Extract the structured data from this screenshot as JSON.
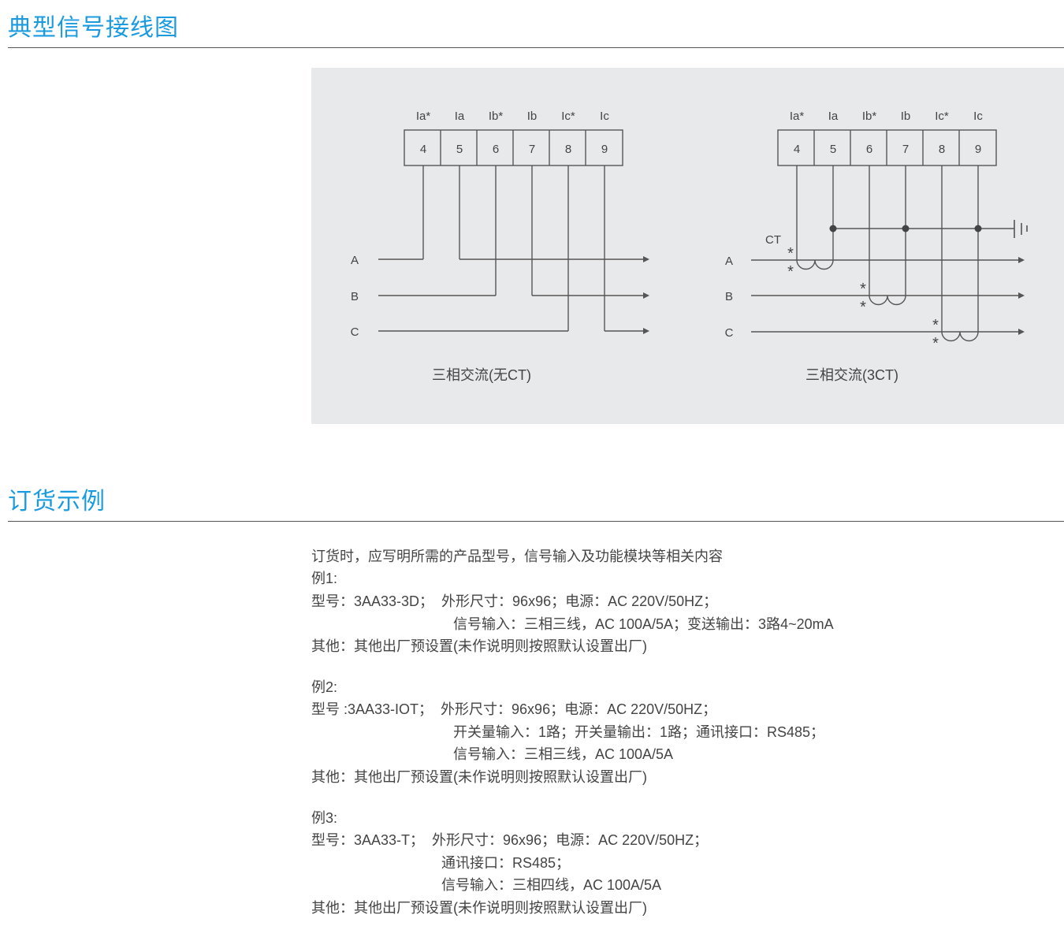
{
  "sections": {
    "wiring_title": "典型信号接线图",
    "order_title": "订货示例"
  },
  "diagram": {
    "terminal_labels": [
      "Ia*",
      "Ia",
      "Ib*",
      "Ib",
      "Ic*",
      "Ic"
    ],
    "terminal_numbers": [
      "4",
      "5",
      "6",
      "7",
      "8",
      "9"
    ],
    "phases": [
      "A",
      "B",
      "C"
    ],
    "ct_label": "CT",
    "left_caption": "三相交流(无CT)",
    "right_caption": "三相交流(3CT)"
  },
  "order": {
    "intro": "订货时，应写明所需的产品型号，信号输入及功能模块等相关内容",
    "examples": [
      {
        "title": "例1:",
        "lines": [
          "型号：3AA33-3D；  外形尺寸：96x96；电源：AC 220V/50HZ；",
          "信号输入：三相三线，AC 100A/5A；变送输出：3路4~20mA"
        ],
        "other": "其他：其他出厂预设置(未作说明则按照默认设置出厂)"
      },
      {
        "title": "例2:",
        "lines": [
          "型号 :3AA33-IOT；  外形尺寸：96x96；电源：AC 220V/50HZ；",
          "开关量输入：1路；开关量输出：1路；通讯接口：RS485；",
          "信号输入：三相三线，AC 100A/5A"
        ],
        "other": "其他：其他出厂预设置(未作说明则按照默认设置出厂)"
      },
      {
        "title": "例3:",
        "lines": [
          "型号：3AA33-T；  外形尺寸：96x96；电源：AC 220V/50HZ；",
          "通讯接口：RS485；",
          "信号输入：三相四线，AC 100A/5A"
        ],
        "other": "其他：其他出厂预设置(未作说明则按照默认设置出厂)"
      }
    ]
  }
}
